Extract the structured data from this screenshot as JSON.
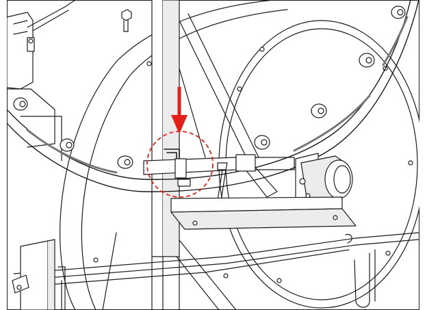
{
  "figure": {
    "type": "technical-line-illustration",
    "callouts": [
      {
        "kind": "arrow",
        "color": "#e32119"
      },
      {
        "kind": "dashed-circle-highlight",
        "color": "#e32119"
      }
    ]
  },
  "colors": {
    "line": "#1a1a1a",
    "fill": "#ffffff",
    "panel": "#ececec",
    "shadow": "#d6d6d6",
    "accent": "#e32119"
  }
}
